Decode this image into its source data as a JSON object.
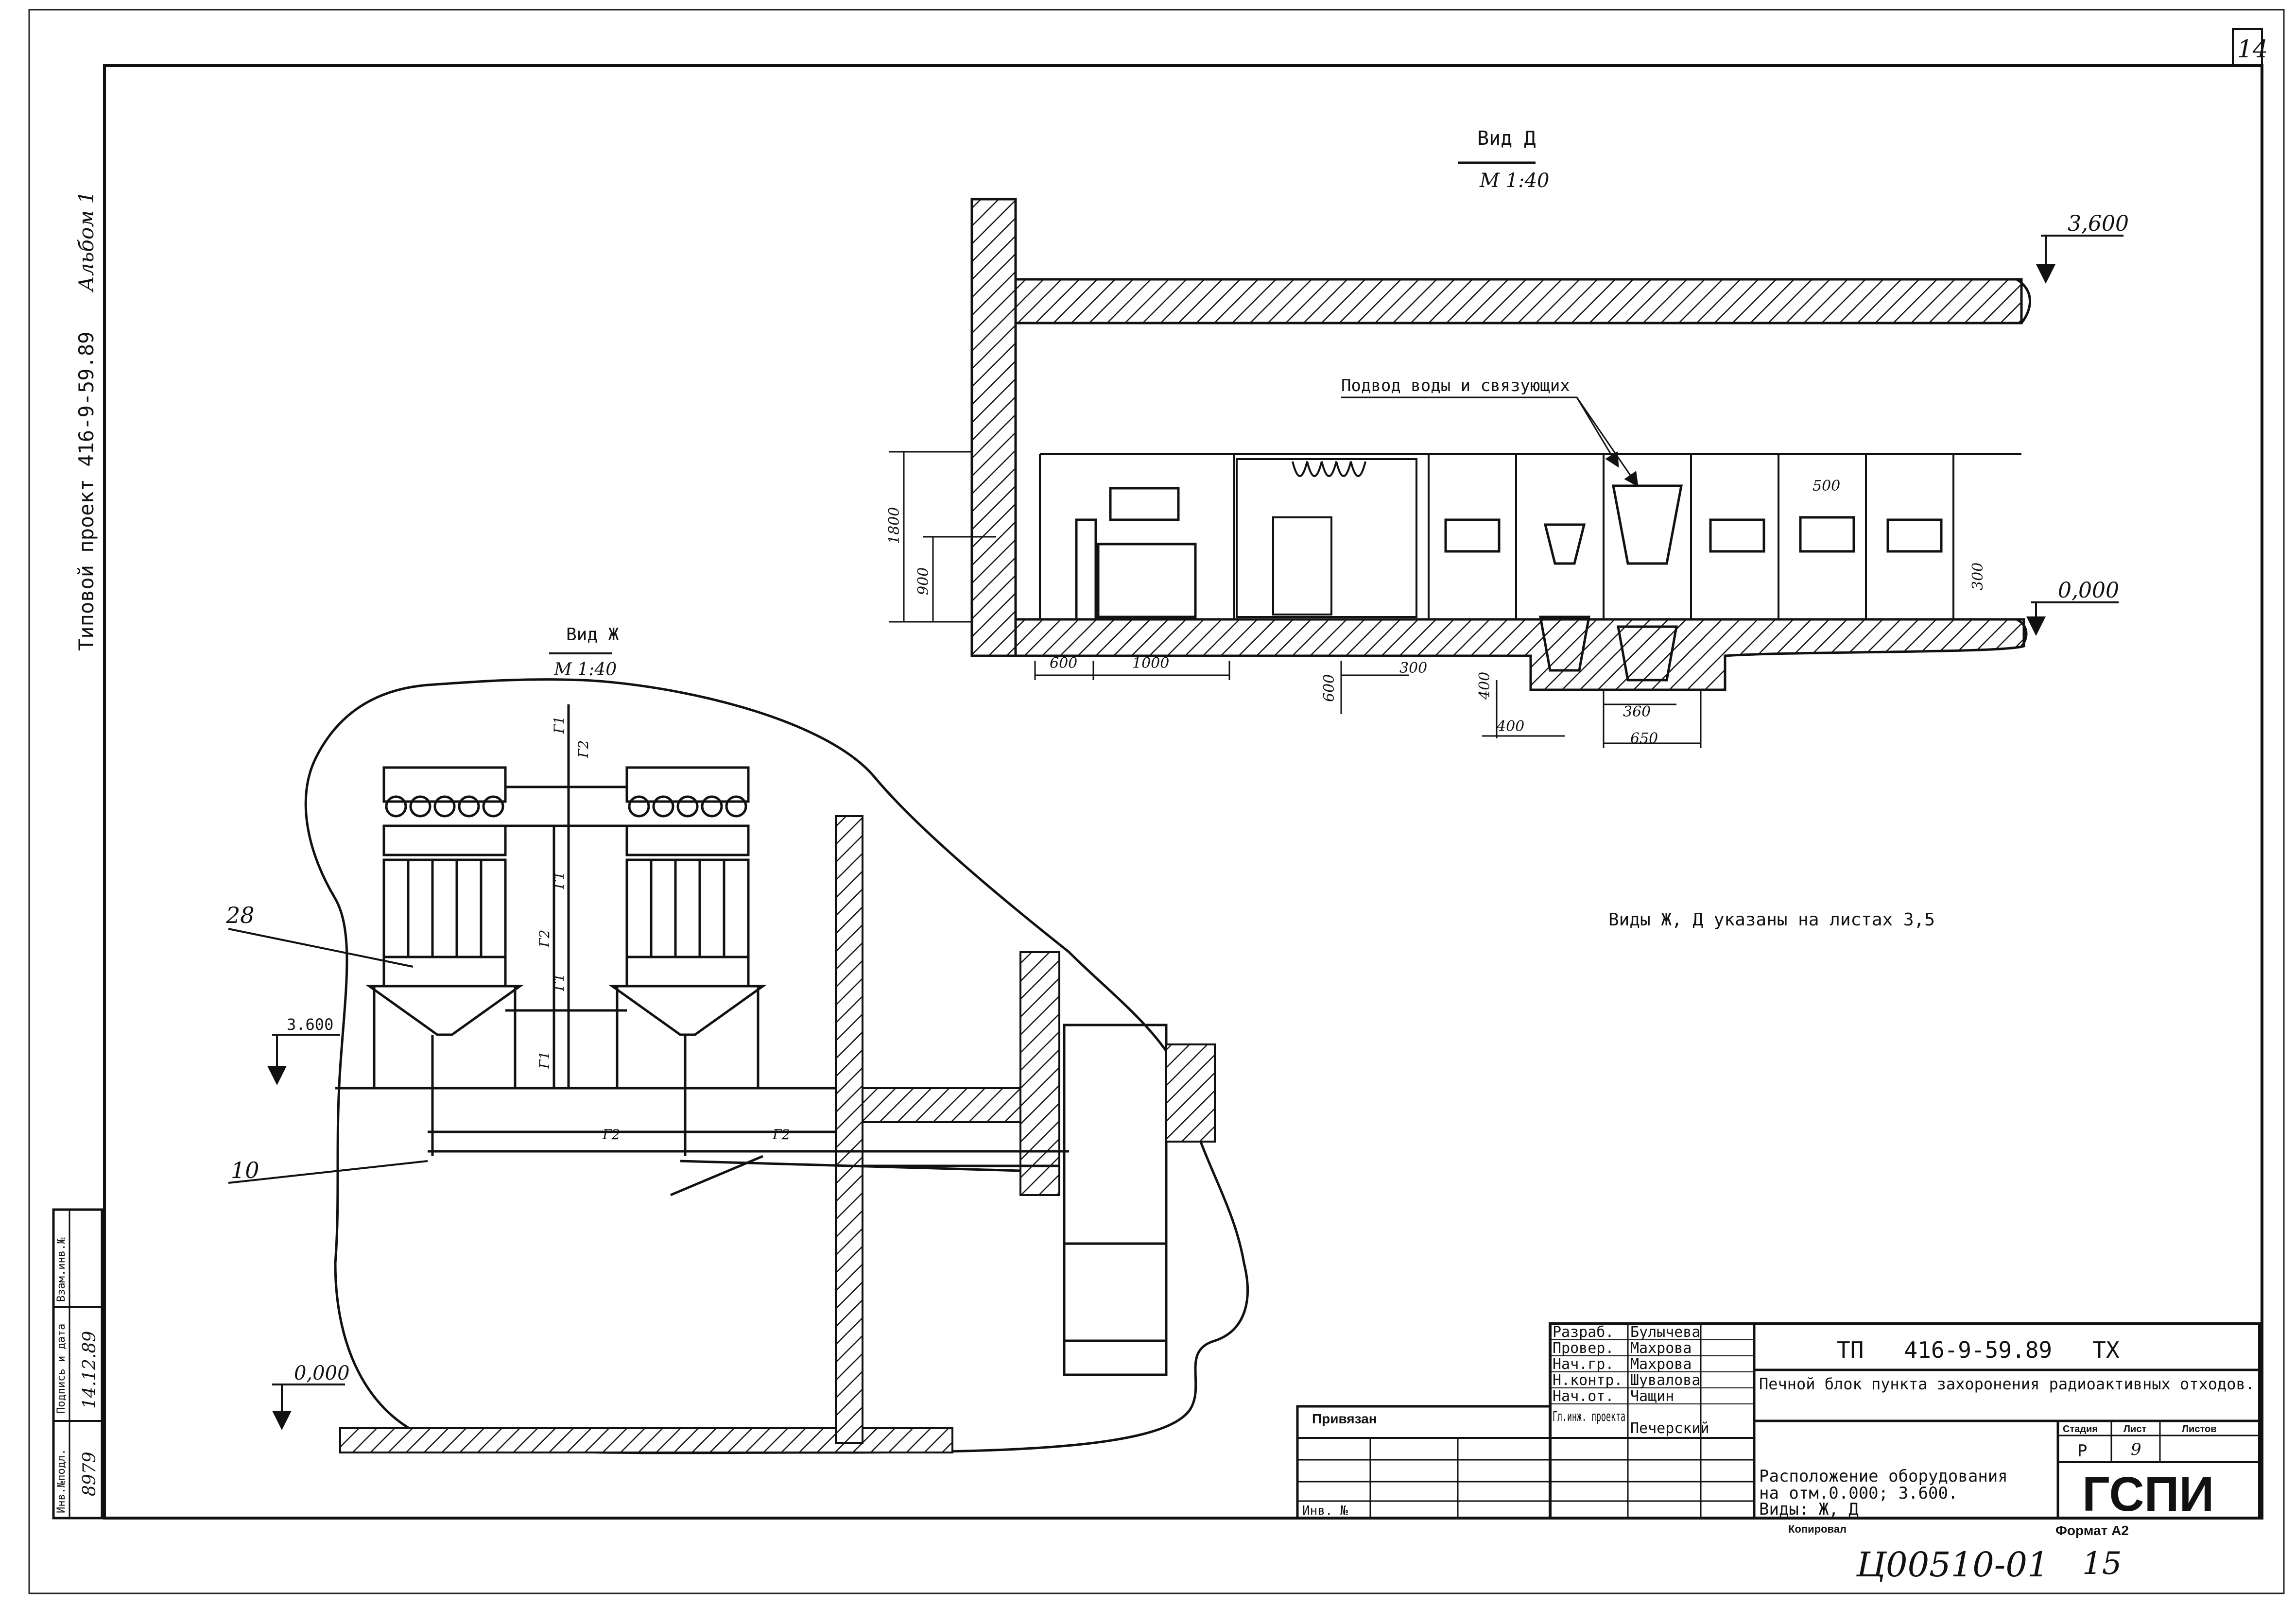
{
  "sheet": {
    "sheet_corner_number": "14",
    "side_album": "Альбом 1",
    "side_project": "Типовой проект 416-9-59.89"
  },
  "view_d": {
    "title": "Вид Д",
    "scale": "М 1:40",
    "level_top": "3,600",
    "level_zero": "0,000",
    "callout": "Подвод воды и связующих",
    "dims": {
      "h1800": "1800",
      "h900": "900",
      "w600": "600",
      "w1000": "1000",
      "d600": "600",
      "d300": "300",
      "d400a": "400",
      "d400b": "400",
      "d360": "360",
      "d650": "650",
      "d500": "500",
      "d300b": "300"
    }
  },
  "view_zh": {
    "title": "Вид Ж",
    "scale": "М 1:40",
    "level_3600": "3.600",
    "level_0000": "0,000",
    "pos_28": "28",
    "pos_10": "10",
    "pipes": {
      "p1a": "Г1",
      "p2a": "Г2",
      "p1b": "Г1",
      "p2b": "Г2",
      "p1c": "Г1",
      "p1d": "Г1",
      "p2c": "Г2",
      "p2d": "Г2"
    }
  },
  "note": "Виды Ж, Д указаны на листах 3,5",
  "stamp": {
    "code": "ТП   416-9-59.89   ТХ",
    "title": "Печной блок пункта захоронения радиоактивных отходов.",
    "subtitle_lines": [
      "Расположение оборудования",
      "на отм.0.000; 3.600.",
      "Виды: Ж, Д"
    ],
    "org": "ГСПИ",
    "privyazan": "Привязан",
    "inv_no": "Инв. №",
    "stage_header": "Стадия",
    "sheet_header": "Лист",
    "sheets_header": "Листов",
    "stage": "Р",
    "sheet_no": "9",
    "kopiroval": "Копировал",
    "format": "Формат А2",
    "roles": [
      {
        "role": "Разраб.",
        "name": "Булычева"
      },
      {
        "role": "Провер.",
        "name": "Махрова"
      },
      {
        "role": "Нач.гр.",
        "name": "Махрова"
      },
      {
        "role": "Н.контр.",
        "name": "Шувалова"
      },
      {
        "role": "Нач.от.",
        "name": "Чащин"
      },
      {
        "role": "Гл.инж. проекта",
        "name": "Печерский"
      }
    ],
    "inv_block": {
      "col1_label": "Инв.№подл.",
      "col1_value": "8979",
      "col2_label": "Подпись и дата",
      "col2_value": "14.12.89",
      "col3_label": "Взам.инв.№"
    },
    "bottom_handwritten": "Ц00510-01",
    "bottom_page": "15"
  }
}
